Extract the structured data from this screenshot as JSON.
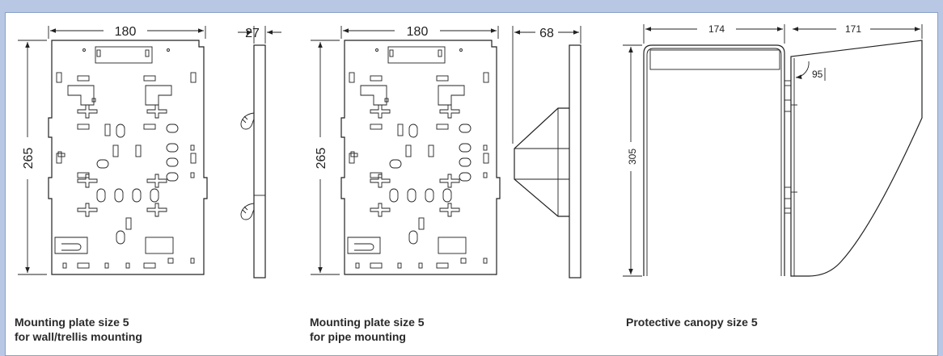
{
  "captions": {
    "wall": [
      "Mounting plate size 5",
      "for wall/trellis mounting"
    ],
    "pipe": [
      "Mounting plate size 5",
      "for pipe mounting"
    ],
    "canopy": [
      "Protective canopy size 5"
    ]
  },
  "dims": {
    "wall_width": "180",
    "wall_height": "265",
    "wall_depth": "27",
    "pipe_width": "180",
    "pipe_height": "265",
    "pipe_depth": "68",
    "canopy_width": "174",
    "canopy_depth": "171",
    "canopy_height": "305",
    "canopy_angle": "95"
  }
}
